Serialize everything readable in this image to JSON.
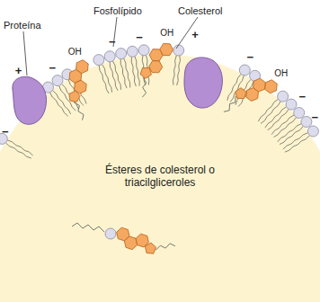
{
  "diagram": {
    "labels": [
      "Proteína",
      "Fosfolípido",
      "Colesterol",
      "OH",
      "OH",
      "OH",
      "Ésteres de colesterol o triacilgliceroles",
      "−",
      "+",
      "−",
      "−",
      "−",
      "+",
      "−",
      "−",
      "−"
    ]
  }
}
